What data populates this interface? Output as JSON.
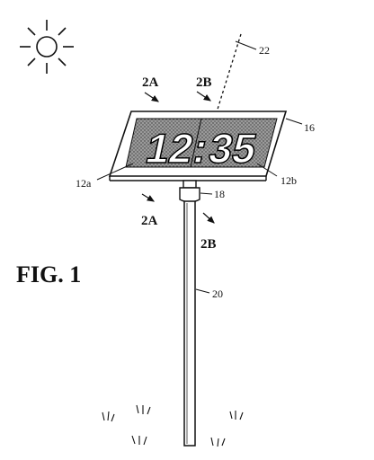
{
  "figure": {
    "title": "FIG. 1",
    "display": {
      "time_left": "12",
      "time_separator": ":",
      "time_right": "35"
    },
    "section_labels": {
      "upper_left": "2A",
      "upper_right": "2B",
      "lower_left": "2A",
      "lower_right": "2B"
    },
    "reference_numerals": {
      "sun_ray": "22",
      "panel": "16",
      "panel_left": "12a",
      "panel_right": "12b",
      "connector": "18",
      "post": "20"
    }
  },
  "colors": {
    "ink": "#111111",
    "panel_fill": "#8a8a8a",
    "background": "#ffffff"
  }
}
